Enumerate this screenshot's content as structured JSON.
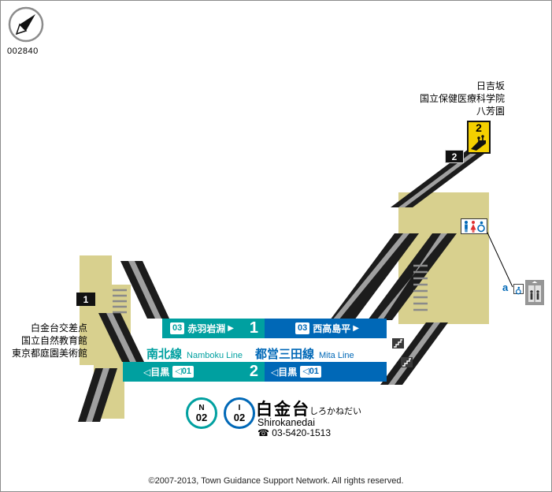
{
  "compass": {
    "id": "002840"
  },
  "landmarks": {
    "top_right": [
      "日吉坂",
      "国立保健医療科学院",
      "八芳園"
    ],
    "left": [
      "白金台交差点",
      "国立自然教育館",
      "東京都庭園美術館"
    ]
  },
  "exits": {
    "exit2_street": "2",
    "exit2_map": "2",
    "exit1_map": "1"
  },
  "facilities": {
    "elevator_label": "a"
  },
  "platforms": {
    "p1": {
      "number": "1",
      "namboku": {
        "next_no": "03",
        "next_name": "赤羽岩淵",
        "arrow": "▶"
      },
      "mita": {
        "next_no": "03",
        "next_name": "西高島平",
        "arrow": "▶"
      }
    },
    "p2": {
      "number": "2",
      "namboku": {
        "dir_name": "◁目黒",
        "prev_no": "◁01"
      },
      "mita": {
        "dir_name": "◁目黒",
        "prev_no": "◁01"
      }
    }
  },
  "lines": {
    "namboku": {
      "name_jp": "南北線",
      "name_en": "Namboku Line",
      "letter": "N",
      "station_no": "02",
      "color": "#00a0a0"
    },
    "mita": {
      "name_jp": "都営三田線",
      "name_en": "Mita Line",
      "letter": "I",
      "station_no": "02",
      "color": "#0068b7"
    }
  },
  "station": {
    "name_jp": "白金台",
    "name_kana": "しろかねだい",
    "name_en": "Shirokanedai",
    "phone": "☎ 03-5420-1513"
  },
  "footer": {
    "copyright": "©2007-2013, Town Guidance Support Network. All rights reserved."
  },
  "palette": {
    "concourse": "#d8d08e",
    "exit_yellow": "#f4d000",
    "band_black": "#1c1c1c",
    "band_gray": "#a0a0a0",
    "namboku": "#00a0a0",
    "mita": "#0068b7"
  }
}
